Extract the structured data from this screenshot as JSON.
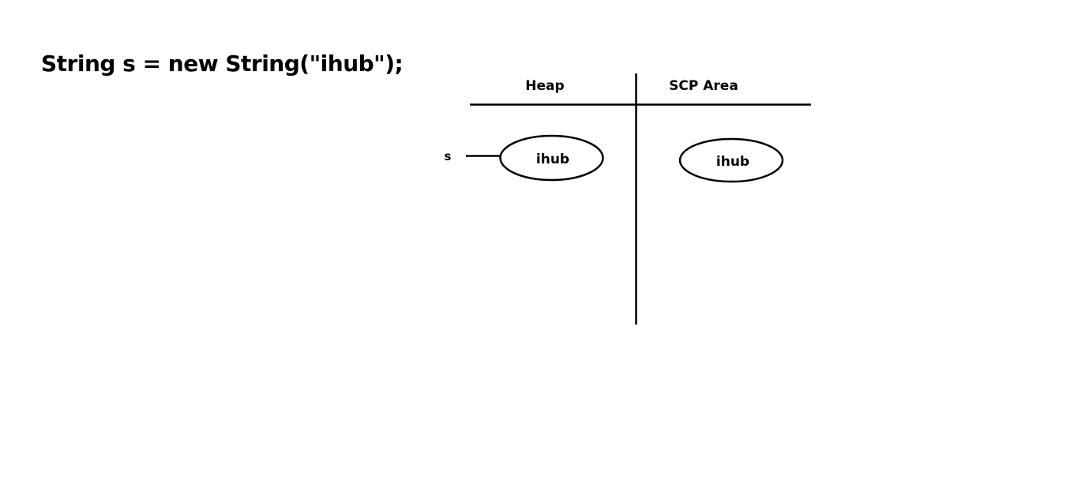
{
  "code": {
    "statement": "String s = new String(\"ihub\");"
  },
  "memory": {
    "heap_label": "Heap",
    "scp_label": "SCP Area",
    "reference_variable": "s",
    "heap_object": "ihub",
    "scp_object": "ihub"
  }
}
